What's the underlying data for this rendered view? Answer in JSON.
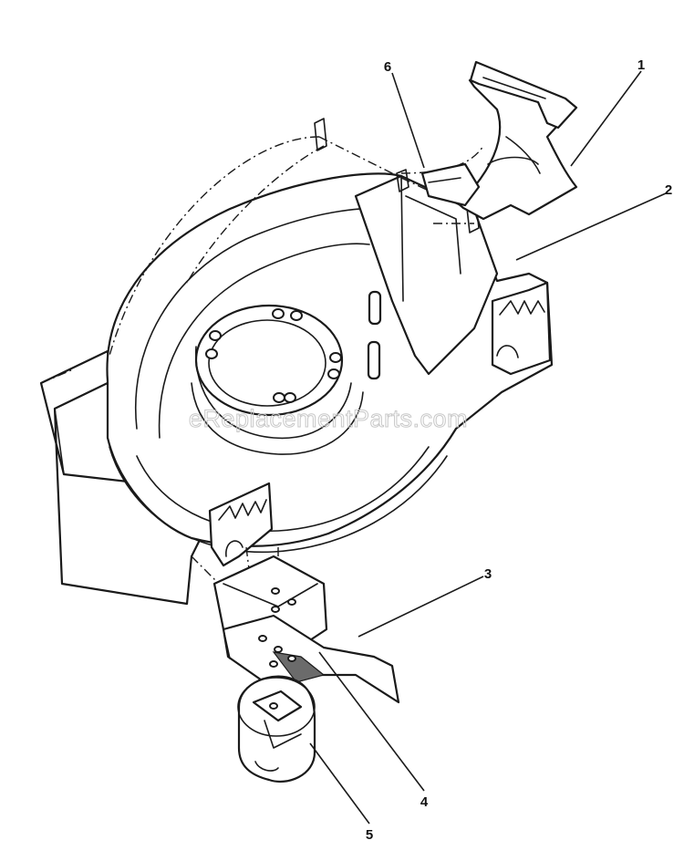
{
  "watermark": "eReplacementParts.com",
  "callouts": {
    "c1": "1",
    "c2": "2",
    "c3": "3",
    "c4": "4",
    "c5": "5",
    "c6": "6"
  },
  "parts": [
    {
      "callout": "1",
      "icon": "grass-chute-icon"
    },
    {
      "callout": "2",
      "icon": "mower-deck-housing-icon"
    },
    {
      "callout": "3",
      "icon": "blade-icon"
    },
    {
      "callout": "4",
      "icon": "blade-adapter-icon"
    },
    {
      "callout": "5",
      "icon": "fan-cup-icon"
    },
    {
      "callout": "6",
      "icon": "rear-flap-icon"
    }
  ]
}
